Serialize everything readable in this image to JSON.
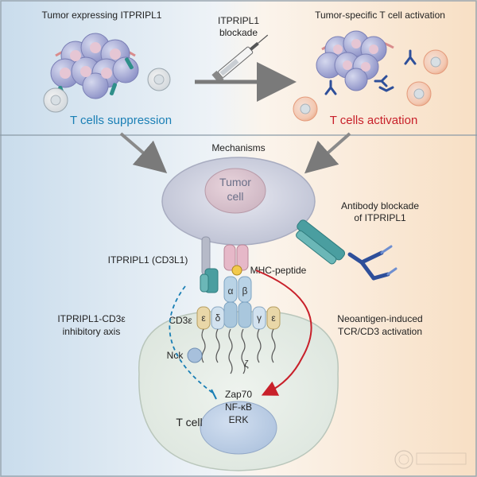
{
  "top": {
    "left_title": "Tumor expressing ITPRIPL1",
    "blockade_line1": "ITPRIPL1",
    "blockade_line2": "blockade",
    "right_title": "Tumor-specific T cell activation",
    "suppression_label": "T cells suppression",
    "activation_label": "T cells activation"
  },
  "mechanisms": {
    "title": "Mechanisms",
    "tumor_cell_line1": "Tumor",
    "tumor_cell_line2": "cell",
    "antibody_line1": "Antibody blockade",
    "antibody_line2": "of ITPRIPL1",
    "itpripl1_label": "ITPRIPL1 (CD3L1)",
    "mhc_label": "MHC-peptide",
    "alpha": "α",
    "beta": "β",
    "cd3e_label": "CD3ε",
    "epsilon": "ε",
    "delta": "δ",
    "gamma": "γ",
    "zeta": "ζ",
    "nck": "Nck",
    "inhib_line1": "ITPRIPL1-CD3ε",
    "inhib_line2": "inhibitory axis",
    "neo_line1": "Neoantigen-induced",
    "neo_line2": "TCR/CD3 activation",
    "zap70": "Zap70",
    "nfkb": "NF-κB",
    "erk": "ERK",
    "tcell": "T cell"
  },
  "colors": {
    "suppression": "#1a7fb5",
    "activation": "#c8202a",
    "left_bg": "#dce9f4",
    "right_bg": "#fbe7d3"
  }
}
